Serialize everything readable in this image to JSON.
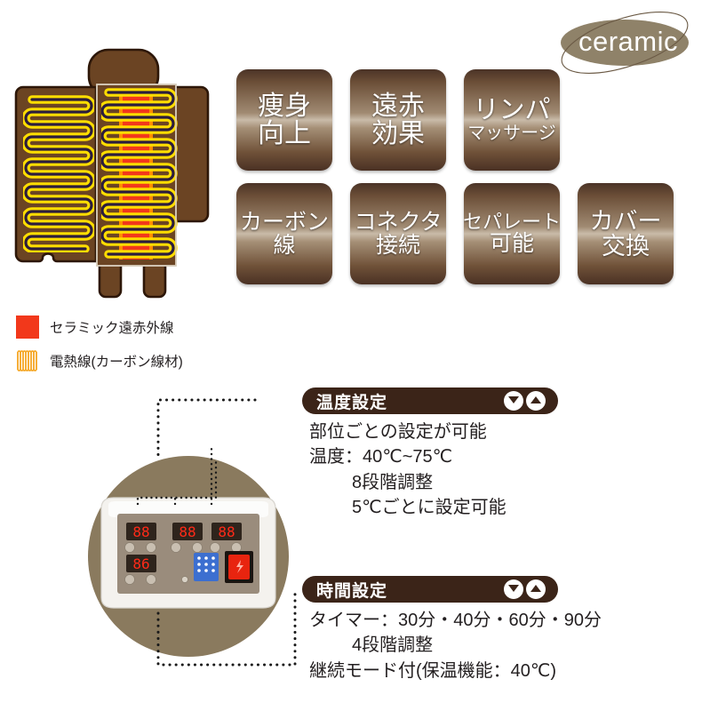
{
  "brand": {
    "logo_text": "ceramic",
    "logo_ellipse_color": "#8f8269",
    "logo_ring_color": "#6b5a45"
  },
  "diagram": {
    "name": "heating-pad-cutaway",
    "body_color": "#6b4423",
    "outline_color": "#2d1708",
    "carbon_wire_color": "#ffdd00",
    "ceramic_color": "#f2381b",
    "panel_outline_color": "#d8cdbc"
  },
  "badges": [
    {
      "line1": "痩身",
      "line2": "向上",
      "size1": 30,
      "size2": 30
    },
    {
      "line1": "遠赤",
      "line2": "効果",
      "size1": 30,
      "size2": 30
    },
    {
      "line1": "リンパ",
      "line2": "マッサージ",
      "size1": 29,
      "size2": 21
    },
    {
      "line1": "カーボン",
      "line2": "線",
      "size1": 25,
      "size2": 25
    },
    {
      "line1": "コネクタ",
      "line2": "接続",
      "size1": 25,
      "size2": 25
    },
    {
      "line1": "セパレート",
      "line2": "可能",
      "size1": 23,
      "size2": 25
    },
    {
      "line1": "カバー",
      "line2": "交換",
      "size1": 27,
      "size2": 27
    }
  ],
  "legend": [
    {
      "swatch": "solid-square",
      "color": "#f2381b",
      "label": "セラミック遠赤外線"
    },
    {
      "swatch": "coil-pattern",
      "color": "#f5a623",
      "label": "電熱線(カーボン線材)"
    }
  ],
  "panel": {
    "name": "control-panel-photo",
    "circle_color": "#8a7a5e",
    "bezel_color": "#f2f0ec",
    "face_color": "#9a8c7c",
    "display_color": "#ff2a18",
    "displays": [
      "88",
      "88",
      "88",
      "86"
    ],
    "keypad_color": "#3c6fd0",
    "power_button_color": "#e8240f"
  },
  "sections": [
    {
      "id": "temperature-setting",
      "title": "温度設定",
      "arrow_down": "▼",
      "arrow_up": "▲",
      "lines": [
        {
          "text": "部位ごとの設定が可能",
          "indent": 0
        },
        {
          "text": "温度：40℃~75℃",
          "indent": 0
        },
        {
          "text": "8段階調整",
          "indent": 1
        },
        {
          "text": "5℃ごとに設定可能",
          "indent": 1
        }
      ]
    },
    {
      "id": "time-setting",
      "title": "時間設定",
      "arrow_down": "▼",
      "arrow_up": "▲",
      "lines": [
        {
          "text": "タイマー：30分・40分・60分・90分",
          "indent": 0
        },
        {
          "text": "4段階調整",
          "indent": 1
        },
        {
          "text": "継続モード付(保温機能：40℃)",
          "indent": 0
        }
      ]
    }
  ],
  "colors": {
    "badge_dark": "#4b3327",
    "badge_light": "#c9bba9",
    "header_brown": "#3b2418",
    "text_dark": "#231f20",
    "background": "#ffffff"
  }
}
